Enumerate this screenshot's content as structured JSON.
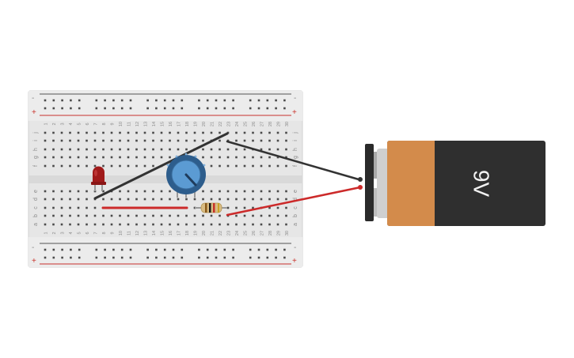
{
  "breadboard": {
    "columns": 30,
    "row_labels_top": [
      "j",
      "i",
      "h",
      "g",
      "f"
    ],
    "row_labels_bottom": [
      "e",
      "d",
      "c",
      "b",
      "a"
    ],
    "rail_minus": "-",
    "rail_plus": "+"
  },
  "battery": {
    "label": "9V"
  },
  "colors": {
    "board": "#e6e6e6",
    "rail_red": "#c8312b",
    "wire_black": "#333333",
    "wire_red": "#cc2a2a",
    "led": "#a01a1a",
    "pot": "#2d5d8c",
    "battery_body": "#2f2f2f",
    "battery_band": "#d38b4b"
  }
}
